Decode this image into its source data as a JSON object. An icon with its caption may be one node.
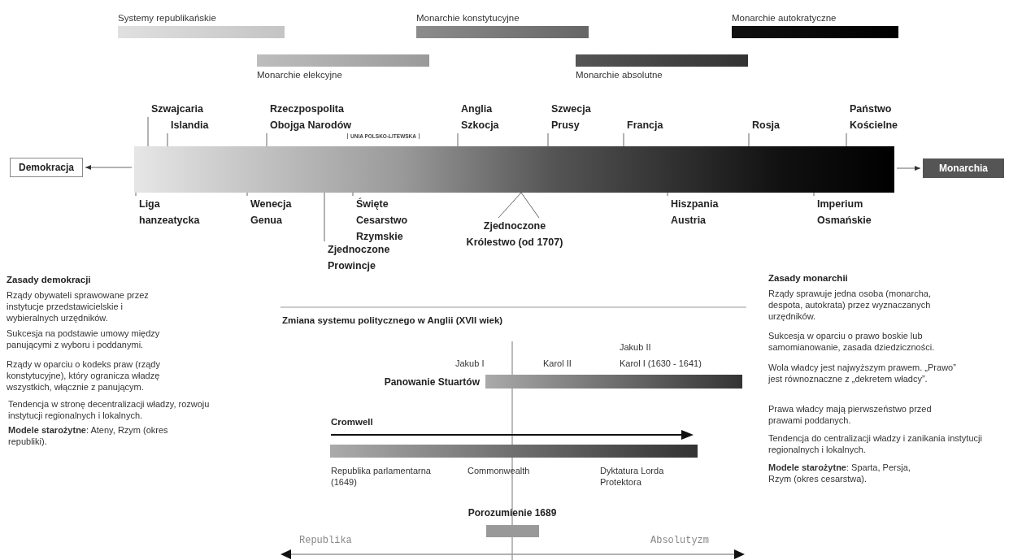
{
  "diagram": {
    "nodes": [
      {
        "text": [
          "Systemy republikańskie"
        ]
      },
      {
        "text": [
          "Monarchie konstytucyjne"
        ]
      },
      {
        "text": [
          "Monarchie autokratyczne"
        ]
      },
      {
        "text": [
          "Monarchie elekcyjne"
        ]
      },
      {
        "text": [
          "Monarchie absolutne"
        ]
      },
      {
        "text": [
          "Demokracja"
        ]
      },
      {
        "text": [],
        "shape": "bar"
      },
      {
        "text": [
          "Monarchia"
        ]
      },
      {
        "text": [
          "Szwajcaria"
        ]
      },
      {
        "text": [
          "Islandia"
        ]
      },
      {
        "text": [
          "Rzeczpospolita Obojga Narodów"
        ],
        "beside": [
          "UNIA POLSKO-LITEWSKA"
        ]
      },
      {
        "text": [
          "Anglia Szkocja"
        ]
      },
      {
        "text": [
          "Szwecja Prusy"
        ]
      },
      {
        "text": [
          "Francja"
        ]
      },
      {
        "text": [
          "Rosja"
        ]
      },
      {
        "text": [
          "Państwo Kościelne"
        ]
      },
      {
        "text": [
          "Liga hanzeatycka"
        ]
      },
      {
        "text": [
          "Wenecja Genua"
        ]
      },
      {
        "text": [
          "Zjednoczone Prowincje"
        ]
      },
      {
        "text": [
          "Święte Cesarstwo Rzymskie"
        ]
      },
      {
        "text": [
          "Zjednoczone Królestwo (od 1707)"
        ]
      },
      {
        "text": [
          "Hiszpania Austria"
        ]
      },
      {
        "text": [
          "Imperium Osmańskie"
        ]
      },
      {
        "text": [
          "Panowanie Stuartów"
        ]
      },
      {
        "text": [],
        "shape": "bar"
      },
      {
        "text": [
          "Porozumienie 1689"
        ]
      }
    ],
    "edges": [
      {
        "from": 6,
        "to": 5,
        "arrow": "to"
      },
      {
        "from": 6,
        "to": 7,
        "arrow": "to"
      },
      {
        "from": 8,
        "to": 6,
        "arrow": "none"
      },
      {
        "from": 9,
        "to": 6,
        "arrow": "none"
      },
      {
        "from": 10,
        "to": 6,
        "arrow": "none"
      },
      {
        "from": 11,
        "to": 6,
        "arrow": "none"
      },
      {
        "from": 12,
        "to": 6,
        "arrow": "none"
      },
      {
        "from": 13,
        "to": 6,
        "arrow": "none"
      },
      {
        "from": 14,
        "to": 6,
        "arrow": "none"
      },
      {
        "from": 15,
        "to": 6,
        "arrow": "none"
      },
      {
        "from": 16,
        "to": 6,
        "arrow": "none"
      },
      {
        "from": 17,
        "to": 6,
        "arrow": "none"
      },
      {
        "from": 18,
        "to": 6,
        "arrow": "none"
      },
      {
        "from": 19,
        "to": 6,
        "arrow": "none"
      },
      {
        "from": 20,
        "to": 6,
        "arrow": "none"
      },
      {
        "from": 21,
        "to": 6,
        "arrow": "none"
      },
      {
        "from": 22,
        "to": 6,
        "arrow": "none"
      }
    ],
    "labels": [
      "Zasady demokracji",
      "Rządy obywateli sprawowane przez instytucje przedstawicielskie i wybieralnych urzędników.",
      "Sukcesja na podstawie umowy między panującymi z wyboru i poddanymi.",
      "Rządy w oparciu o kodeks praw (rządy konstytucyjne), który ogranicza władzę wszystkich, włącznie z panującym.",
      "Tendencja w stronę decentralizacji władzy, rozwoju instytucji regionalnych i lokalnych.",
      "**Modele starożytne**: Ateny, Rzym (okres republiki).",
      "Zasady monarchii",
      "Rządy sprawuje jedna osoba (monarcha, despota, autokrata) przez wyznaczanych urzędników.",
      "Sukcesja w oparciu o prawo boskie lub samomianowanie, zasada dziedziczności.",
      "Wola władcy jest najwyższym prawem. „Prawo” jest równoznaczne z „dekretem władcy”.",
      "Prawa władcy mają pierwszeństwo przed prawami poddanych.",
      "Tendencja do centralizacji władzy i zanikania instytucji regionalnych i lokalnych.",
      "**Modele starożytne**: Sparta, Persja, Rzym (okres cesarstwa).",
      "Zmiana systemu politycznego w Anglii (XVII wiek)",
      "Jakub I",
      "Karol II",
      "Jakub II",
      "Karol I (1630 - 1641)",
      "Cromwell",
      "Republika parlamentarna (1649)",
      "Commonwealth",
      "Dyktatura Lorda Protektora",
      "Republika",
      "Absolutyzm"
    ]
  }
}
